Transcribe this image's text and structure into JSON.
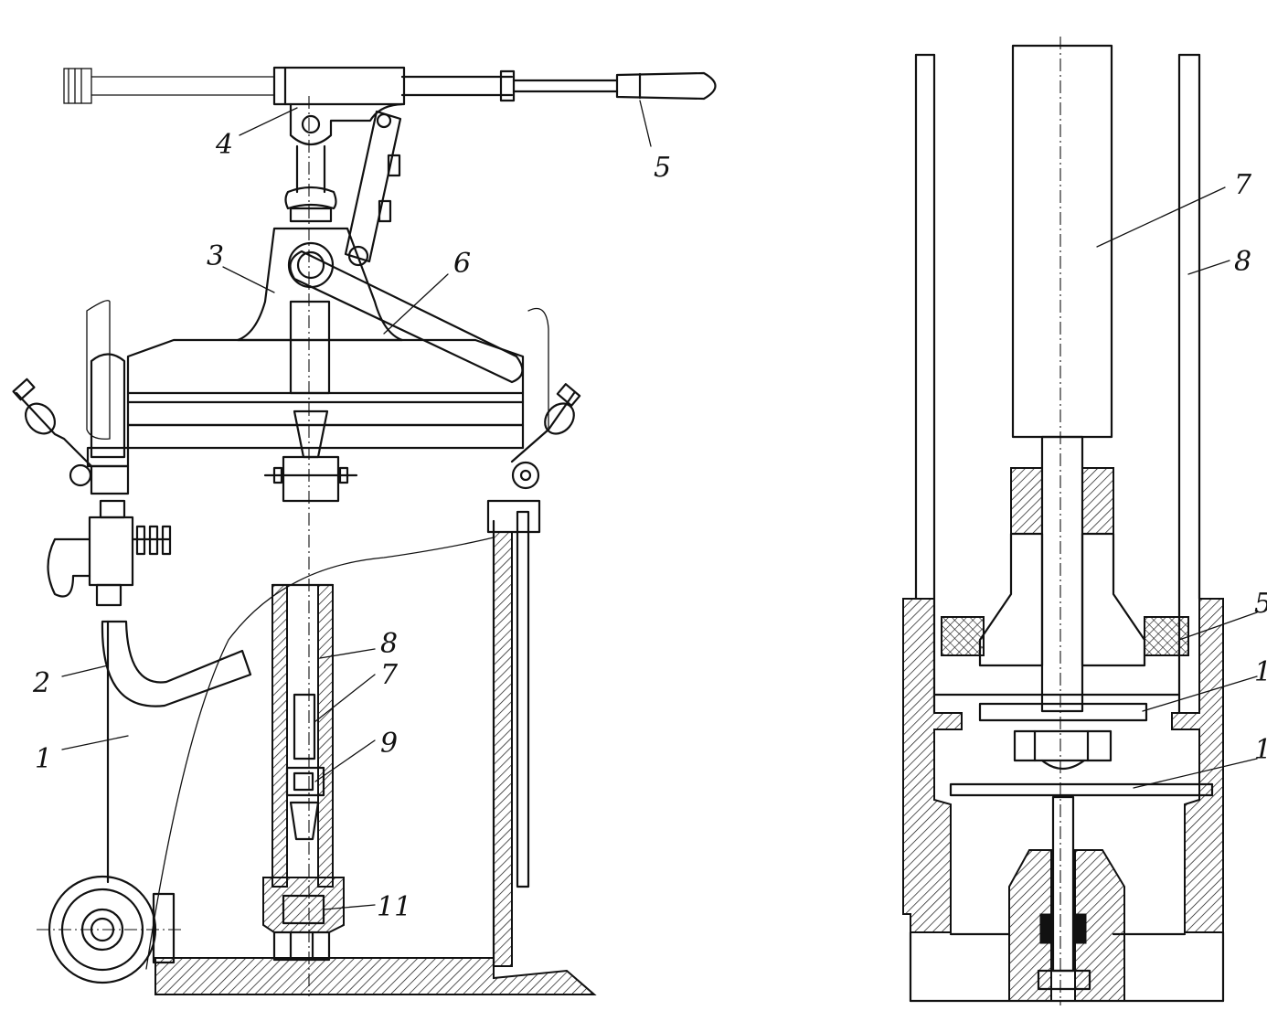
{
  "left_view": {
    "labels": [
      {
        "id": "body",
        "text": "1"
      },
      {
        "id": "hose",
        "text": "2"
      },
      {
        "id": "bracket",
        "text": "3"
      },
      {
        "id": "lever-head",
        "text": "4"
      },
      {
        "id": "handle",
        "text": "5"
      },
      {
        "id": "lever-link",
        "text": "6"
      },
      {
        "id": "plunger",
        "text": "7"
      },
      {
        "id": "cylinder",
        "text": "8"
      },
      {
        "id": "valve",
        "text": "9"
      },
      {
        "id": "bottom-valve",
        "text": "11"
      }
    ]
  },
  "right_view": {
    "labels": [
      {
        "id": "plunger",
        "text": "7"
      },
      {
        "id": "cylinder",
        "text": "8"
      },
      {
        "id": "seal",
        "text": "5"
      },
      {
        "id": "upper-washer",
        "text": "1"
      },
      {
        "id": "lower-washer",
        "text": "1"
      }
    ]
  }
}
